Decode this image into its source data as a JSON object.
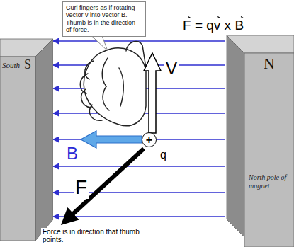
{
  "diagram": {
    "nodes": [
      {
        "text": [
          "Curl fingers as if rotating vector v into vector B. Thumb is in the direction of force."
        ]
      },
      {
        "text": [
          "South",
          "S"
        ]
      },
      {
        "text": [
          "N",
          "North pole of magnet"
        ]
      },
      {
        "text": [
          "+"
        ]
      }
    ],
    "edges": [
      {
        "from": 2,
        "to": 1,
        "arrow": "to"
      },
      {
        "from": 2,
        "to": 1,
        "arrow": "to"
      },
      {
        "from": 2,
        "to": 1,
        "arrow": "to"
      },
      {
        "from": 2,
        "to": 1,
        "arrow": "to"
      },
      {
        "from": 2,
        "to": 1,
        "arrow": "to"
      },
      {
        "from": 2,
        "to": 1,
        "arrow": "to"
      },
      {
        "from": 2,
        "to": 1,
        "arrow": "to"
      },
      {
        "from": 2,
        "to": 1,
        "arrow": "to"
      }
    ],
    "labels": [
      "F = qv x B",
      "V",
      "B",
      "q",
      "F",
      "Force is in direction that thumb points."
    ]
  }
}
